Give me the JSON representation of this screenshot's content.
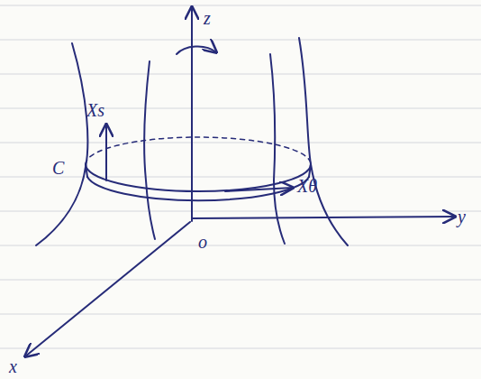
{
  "diagram": {
    "labels": [
      "z",
      "y",
      "x",
      "o",
      "C",
      "Xs",
      "Xθ"
    ]
  }
}
